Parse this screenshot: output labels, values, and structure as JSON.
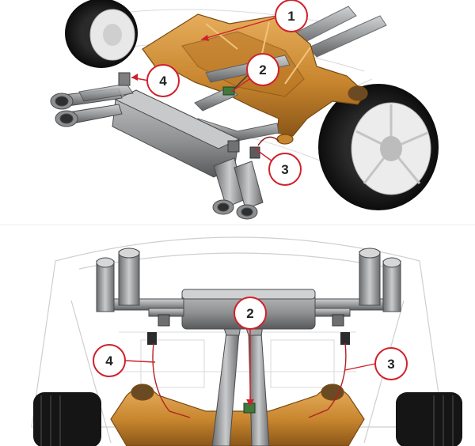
{
  "colors": {
    "subframe": "#c8862e",
    "subframe_dark": "#8a5618",
    "pipe": "#9a9c9e",
    "pipe_dark": "#5f6163",
    "tire": "#1a1a1a",
    "callout_line": "#d0212a",
    "callout_ring": "#d0212a",
    "ghost": "#d9d9d9"
  },
  "views": {
    "top": {
      "callouts": [
        {
          "label": "1"
        },
        {
          "label": "2"
        },
        {
          "label": "3"
        },
        {
          "label": "4"
        }
      ]
    },
    "bottom": {
      "callouts": [
        {
          "label": "2"
        },
        {
          "label": "3"
        },
        {
          "label": "4"
        }
      ]
    }
  }
}
